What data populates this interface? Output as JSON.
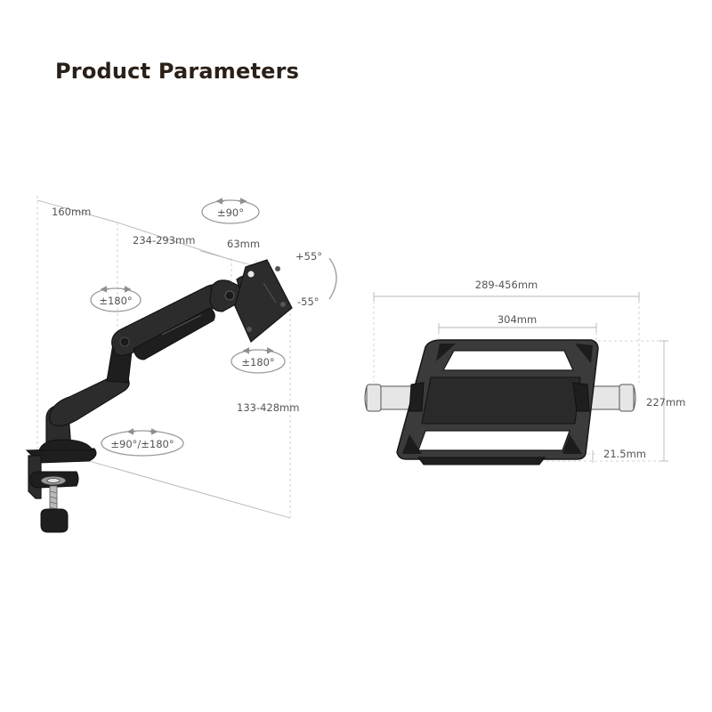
{
  "title": "Product Parameters",
  "dimensions": {
    "arm_base_width": "160mm",
    "arm_length": "234-293mm",
    "head_offset": "63mm",
    "tilt_up": "+55°",
    "tilt_down": "-55°",
    "height_range": "133-428mm",
    "tray_width_range": "289-456mm",
    "tray_inner_width": "304mm",
    "tray_height": "227mm",
    "tray_thickness": "21.5mm"
  },
  "rotations": {
    "head_swivel": "±90°",
    "elbow_swivel": "±180°",
    "vesa_rotation": "±180°",
    "base_swivel": "±90°/±180°"
  },
  "colors": {
    "arm": "#2c2c2c",
    "tray": "#3b3b3b",
    "dimension_line": "#b5b5b5",
    "text": "#555555"
  }
}
